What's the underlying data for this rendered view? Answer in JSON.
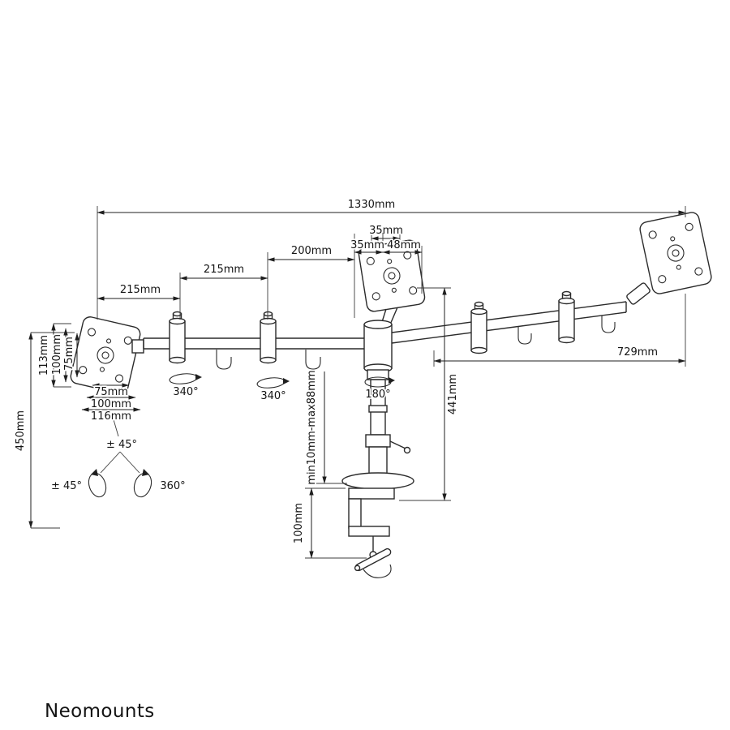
{
  "brand": "Neomounts",
  "colors": {
    "line": "#2b2b2b",
    "dimension": "#1f1f1f",
    "brand": "#8e8e8e"
  },
  "dimensions": {
    "total_width": "1330mm",
    "segment_1": "215mm",
    "segment_2": "215mm",
    "segment_3": "200mm",
    "offset_a": "35mm",
    "offset_b": "35mm",
    "offset_c": "48mm",
    "right_reach": "729mm",
    "column_height": "441mm",
    "clamp_range": "min10mm-max88mm",
    "clamp_height": "100mm",
    "overall_height": "450mm",
    "plate_height": "113mm",
    "vesa_v_100": "100mm",
    "vesa_v_75": "75mm",
    "vesa_h_75": "75mm",
    "vesa_h_100": "100mm",
    "plate_width": "116mm"
  },
  "angles": {
    "tilt": "± 45°",
    "pivot": "± 45°",
    "swivel": "360°",
    "joint_1": "340°",
    "joint_2": "340°",
    "center_joint": "180°"
  }
}
